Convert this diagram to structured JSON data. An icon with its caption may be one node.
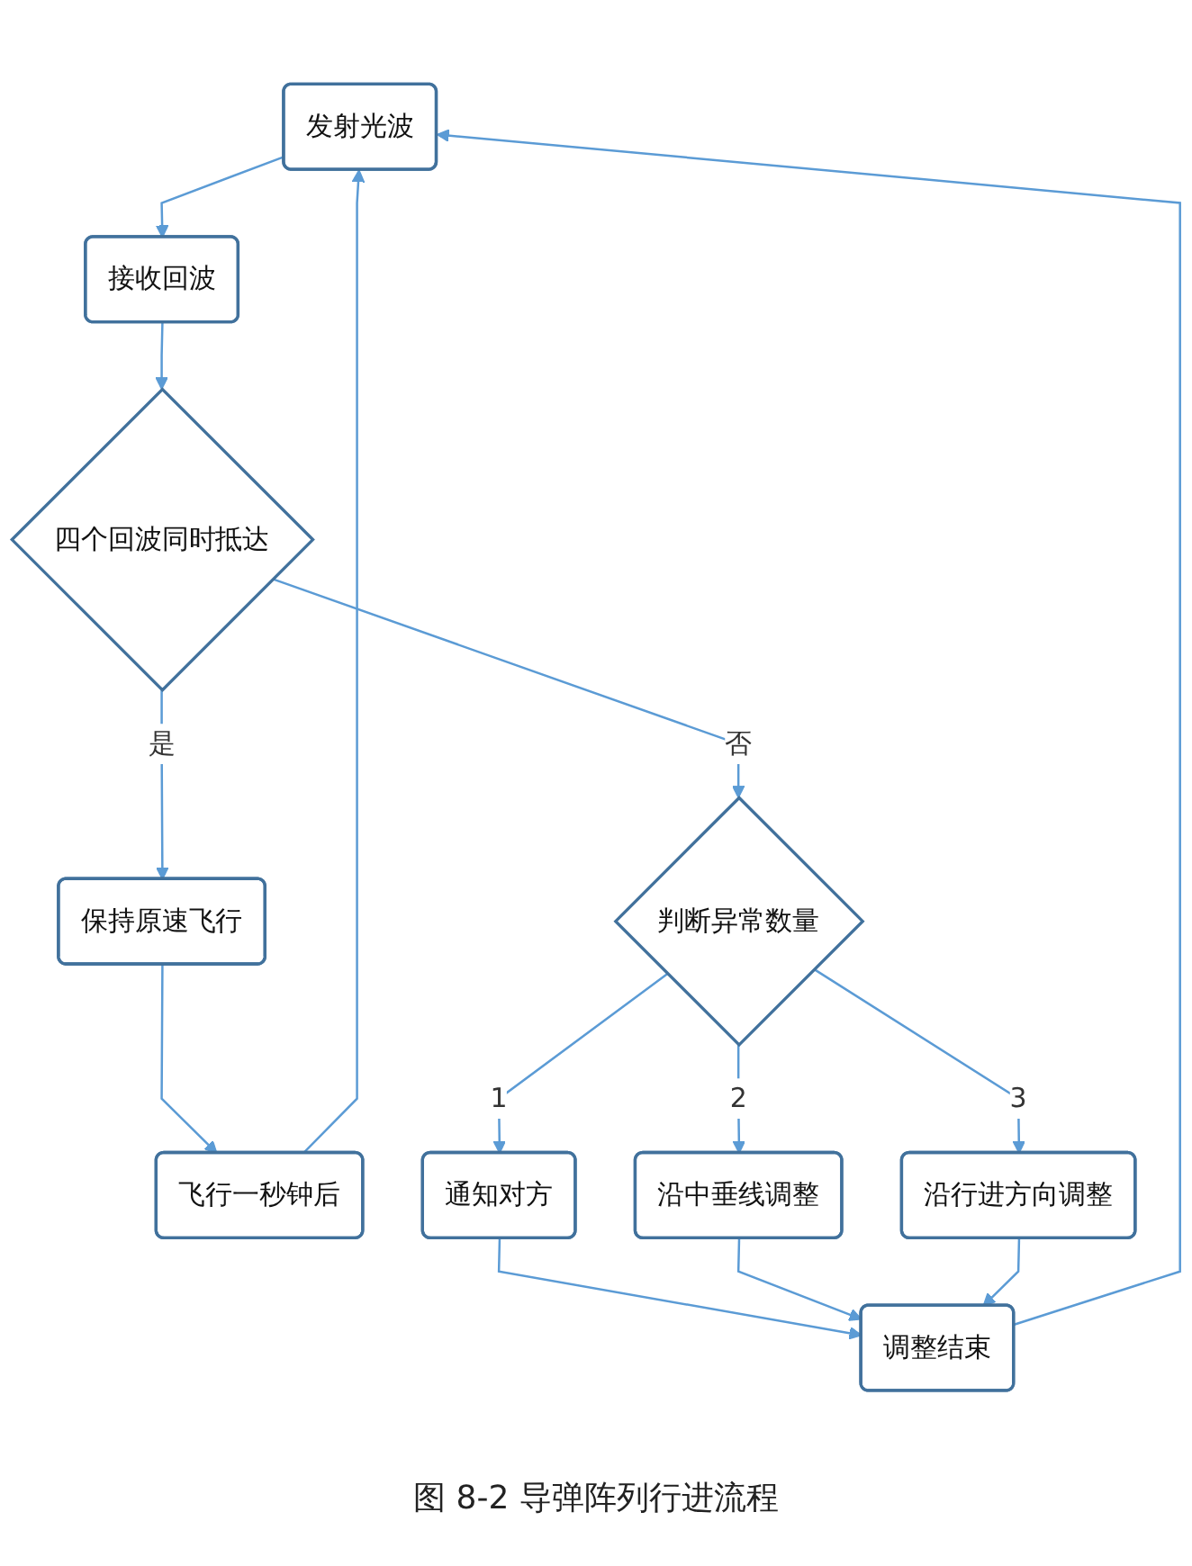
{
  "diagram": {
    "caption": "图 8-2  导弹阵列行进流程",
    "nodes": [
      {
        "text": [
          "发射光波"
        ]
      },
      {
        "text": [
          "接收回波"
        ]
      },
      {
        "text": [
          "四个回波同时抵达"
        ]
      },
      {
        "text": [
          "保持原速飞行"
        ]
      },
      {
        "text": [
          "飞行一秒钟后"
        ]
      },
      {
        "text": [
          "判断异常数量"
        ]
      },
      {
        "text": [
          "通知对方"
        ]
      },
      {
        "text": [
          "沿中垂线调整"
        ]
      },
      {
        "text": [
          "沿行进方向调整"
        ]
      },
      {
        "text": [
          "调整结束"
        ]
      }
    ],
    "edges": [
      {
        "from": 0,
        "to": 1,
        "arrow": "to"
      },
      {
        "from": 1,
        "to": 2,
        "arrow": "to"
      },
      {
        "from": 2,
        "to": 3,
        "arrow": "to",
        "label": "是"
      },
      {
        "from": 3,
        "to": 4,
        "arrow": "to"
      },
      {
        "from": 4,
        "to": 0,
        "arrow": "to"
      },
      {
        "from": 2,
        "to": 5,
        "arrow": "to",
        "label": "否"
      },
      {
        "from": 5,
        "to": 6,
        "arrow": "to",
        "label": "1"
      },
      {
        "from": 5,
        "to": 7,
        "arrow": "to",
        "label": "2"
      },
      {
        "from": 5,
        "to": 8,
        "arrow": "to",
        "label": "3"
      },
      {
        "from": 6,
        "to": 9,
        "arrow": "to"
      },
      {
        "from": 7,
        "to": 9,
        "arrow": "to"
      },
      {
        "from": 8,
        "to": 9,
        "arrow": "to"
      },
      {
        "from": 9,
        "to": 0,
        "arrow": "to"
      }
    ]
  }
}
